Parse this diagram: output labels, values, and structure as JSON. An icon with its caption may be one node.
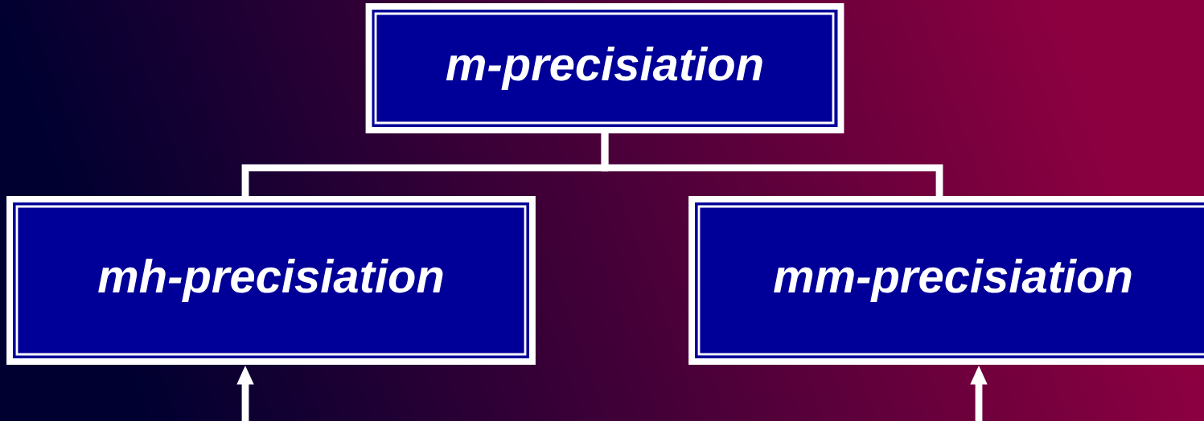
{
  "diagram": {
    "nodes": [
      {
        "text": [
          "m-precisiation"
        ]
      },
      {
        "text": [
          "mh-precisiation"
        ]
      },
      {
        "text": [
          "mm-precisiation"
        ]
      }
    ],
    "edges": [
      {
        "from": 0,
        "to": 1,
        "arrow": "none"
      },
      {
        "from": 0,
        "to": 2,
        "arrow": "none"
      },
      {
        "from": null,
        "to": 1,
        "arrow": "to"
      },
      {
        "from": null,
        "to": 2,
        "arrow": "to"
      }
    ]
  }
}
